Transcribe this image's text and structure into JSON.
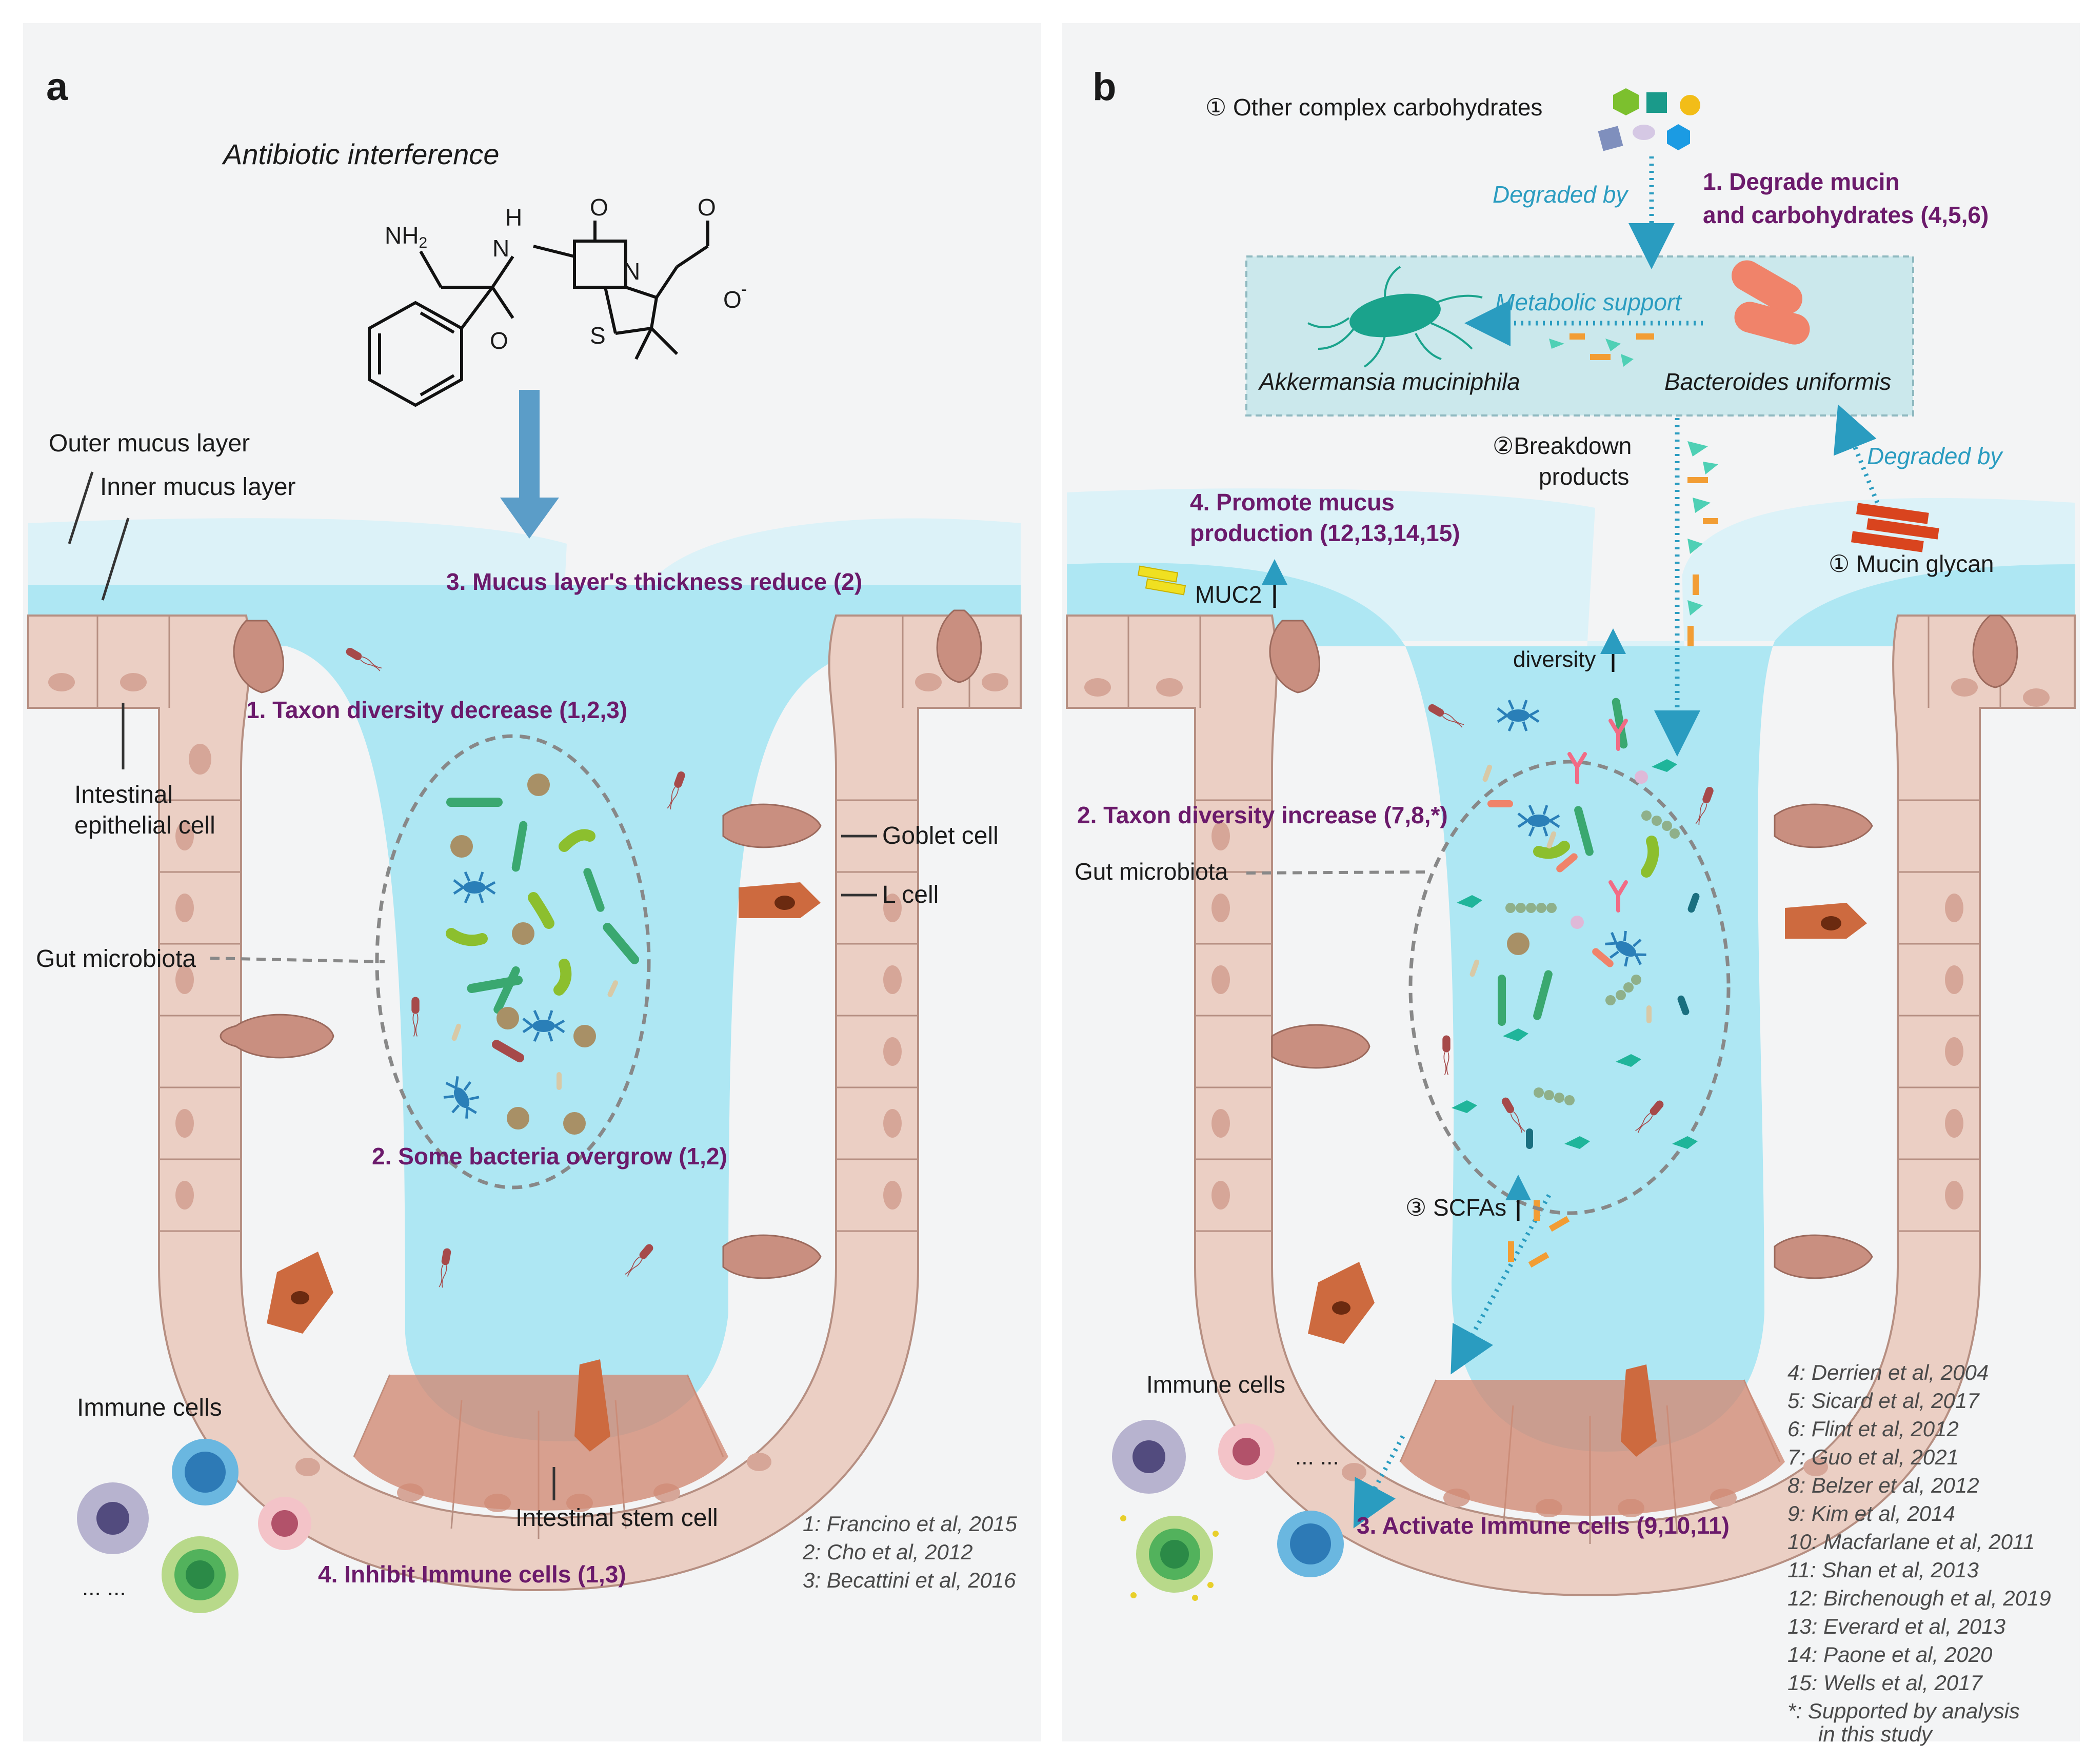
{
  "panel_a": {
    "letter": "a",
    "antibiotic_title": "Antibiotic interference",
    "chem_labels": {
      "nh2": "NH",
      "nh2_sub": "2",
      "h": "H",
      "n1": "N",
      "n2": "N",
      "o1": "O",
      "o2": "O",
      "o3": "O",
      "o_minus": "O",
      "minus": "-",
      "s": "S"
    },
    "outer_mucus": "Outer mucus layer",
    "inner_mucus": "Inner mucus layer",
    "epithelial_1": "Intestinal",
    "epithelial_2": "epithelial cell",
    "goblet": "Goblet cell",
    "lcell": "L cell",
    "gut_microbiota": "Gut microbiota",
    "stem_cell": "Intestinal stem cell",
    "immune_cells": "Immune cells",
    "ellipsis": "... ...",
    "effect_1": "1. Taxon diversity decrease (1,2,3)",
    "effect_2": "2. Some bacteria overgrow (1,2)",
    "effect_3": "3. Mucus layer's thickness reduce (2)",
    "effect_4": "4. Inhibit Immune cells (1,3)",
    "refs": [
      "1: Francino et al, 2015",
      "2: Cho et al, 2012",
      "3: Becattini et al, 2016"
    ]
  },
  "panel_b": {
    "letter": "b",
    "other_carbs": "① Other complex carbohydrates",
    "degraded_by_1": "Degraded by",
    "degraded_by_2": "Degraded by",
    "degrade_title_1": "1. Degrade mucin",
    "degrade_title_2": "and carbohydrates (4,5,6)",
    "metabolic_support": "Metabolic support",
    "akkermansia": "Akkermansia muciniphila",
    "bacteroides": "Bacteroides uniformis",
    "breakdown_1": "②Breakdown",
    "breakdown_2": "products",
    "mucin_glycan": "① Mucin glycan",
    "promote_1": "4. Promote mucus",
    "promote_2": "production (12,13,14,15)",
    "muc2": "MUC2",
    "diversity": "diversity",
    "gut_microbiota": "Gut microbiota",
    "taxon_increase": "2. Taxon diversity increase (7,8,*)",
    "scfas": "③ SCFAs",
    "immune_cells": "Immune cells",
    "ellipsis": "... ...",
    "activate": "3. Activate Immune cells (9,10,11)",
    "refs": [
      "4: Derrien et al, 2004",
      "5: Sicard et al, 2017",
      "6: Flint et al, 2012",
      "7: Guo et al, 2021",
      "8: Belzer et al, 2012",
      "9: Kim et al, 2014",
      "10: Macfarlane et al, 2011",
      "11: Shan et al, 2013",
      "12: Birchenough et al, 2019",
      "13: Everard et al, 2013",
      "14: Paone et al, 2020",
      "15: Wells et al, 2017",
      "*: Supported by analysis",
      "in this study"
    ]
  },
  "colors": {
    "panel_bg": "#f3f4f5",
    "outer_mucus": "#dcf2f8",
    "inner_mucus": "#aee7f3",
    "epithelium": "#ebcfc4",
    "epithelium_edge": "#b68f82",
    "goblet": "#c98f80",
    "lcell": "#cd6a3f",
    "stem": "#d18b76",
    "purple_text": "#6b1a6b",
    "teal_text": "#2a9cc0",
    "arrow_blue": "#5b9dc8"
  }
}
